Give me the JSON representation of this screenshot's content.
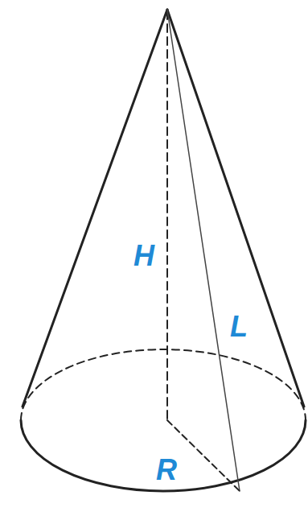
{
  "diagram": {
    "labels": [
      "H",
      "L",
      "R"
    ]
  }
}
